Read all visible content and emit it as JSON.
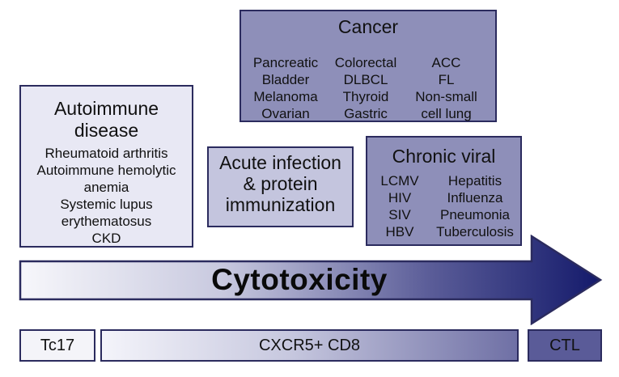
{
  "cancer": {
    "title": "Cancer",
    "col1": [
      "Pancreatic",
      "Bladder",
      "Melanoma",
      "Ovarian"
    ],
    "col2": [
      "Colorectal",
      "DLBCL",
      "Thyroid",
      "Gastric"
    ],
    "col3": [
      "ACC",
      "FL",
      "Non-small",
      "cell lung"
    ]
  },
  "autoimmune": {
    "title_line1": "Autoimmune",
    "title_line2": "disease",
    "items": [
      "Rheumatoid arthritis",
      "Autoimmune hemolytic",
      "anemia",
      "Systemic lupus",
      "erythematosus",
      "CKD"
    ]
  },
  "acute": {
    "lines": [
      "Acute infection",
      "& protein",
      "immunization"
    ]
  },
  "chronic": {
    "title": "Chronic viral",
    "col1": [
      "LCMV",
      "HIV",
      "SIV",
      "HBV"
    ],
    "col2": [
      "Hepatitis",
      "Influenza",
      "Pneumonia",
      "Tuberculosis"
    ]
  },
  "arrow": {
    "label": "Cytotoxicity"
  },
  "bottom": {
    "tc17": "Tc17",
    "cxcr5": "CXCR5+ CD8",
    "ctl": "CTL"
  },
  "colors": {
    "arrow_start": "#f7f7fb",
    "arrow_end": "#141a6b",
    "border": "#2b2b5e"
  }
}
